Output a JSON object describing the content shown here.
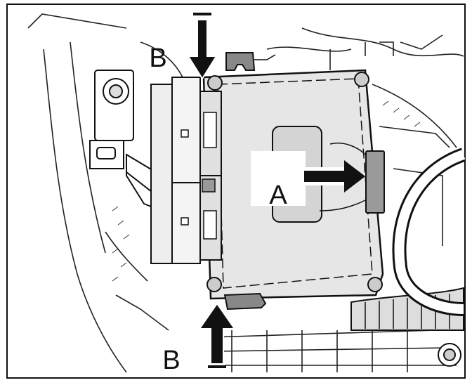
{
  "labels": {
    "a": "A",
    "b_top": "B",
    "b_bottom": "B"
  }
}
